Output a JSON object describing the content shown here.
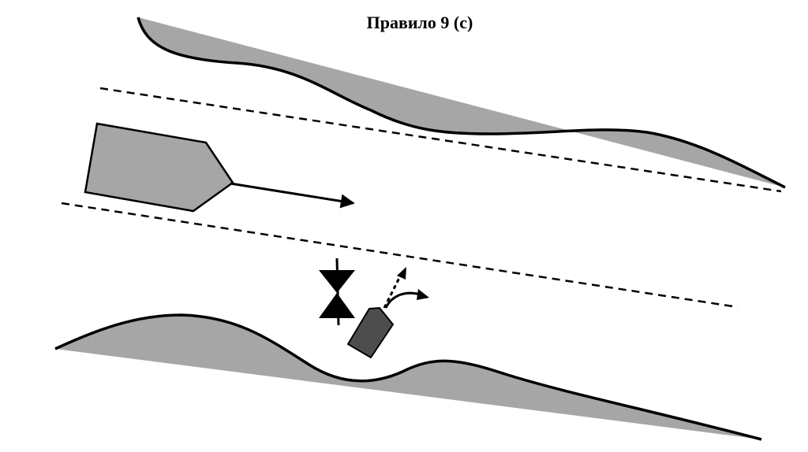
{
  "title": "Правило 9 (с)",
  "colors": {
    "shore_fill": "#a6a6a6",
    "large_vessel_fill": "#a6a6a6",
    "small_vessel_fill": "#4d4d4d",
    "line": "#000000",
    "background": "#ffffff"
  },
  "symbols": {
    "large_vessel": "large-vessel-shape",
    "small_vessel": "small-vessel-shape",
    "sound_signal": "hourglass-signal-icon",
    "fairway_boundary": "dashed-line"
  }
}
